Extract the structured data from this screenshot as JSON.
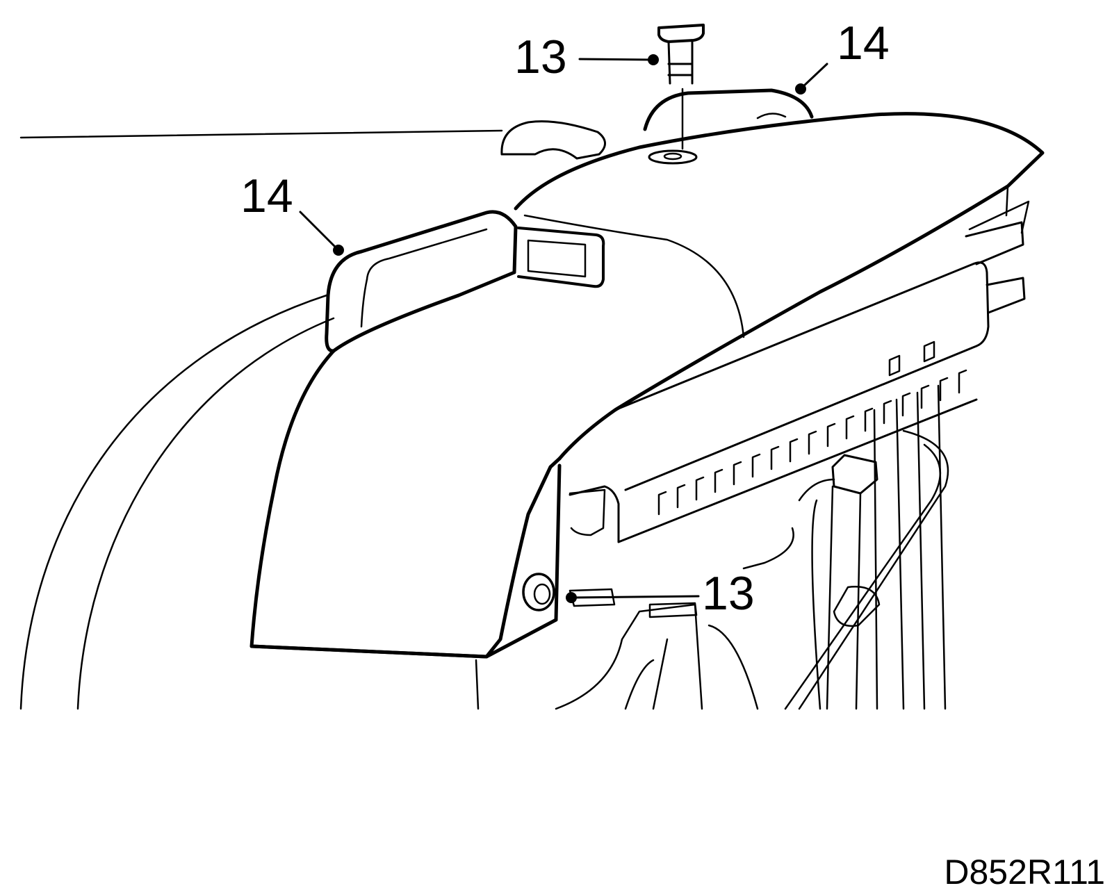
{
  "callouts": {
    "bolt_top": "13",
    "cover_right": "14",
    "cover_left": "14",
    "bolt_side": "13"
  },
  "figure_id": "D852R111",
  "colors": {
    "line": "#000000",
    "background": "#ffffff"
  }
}
